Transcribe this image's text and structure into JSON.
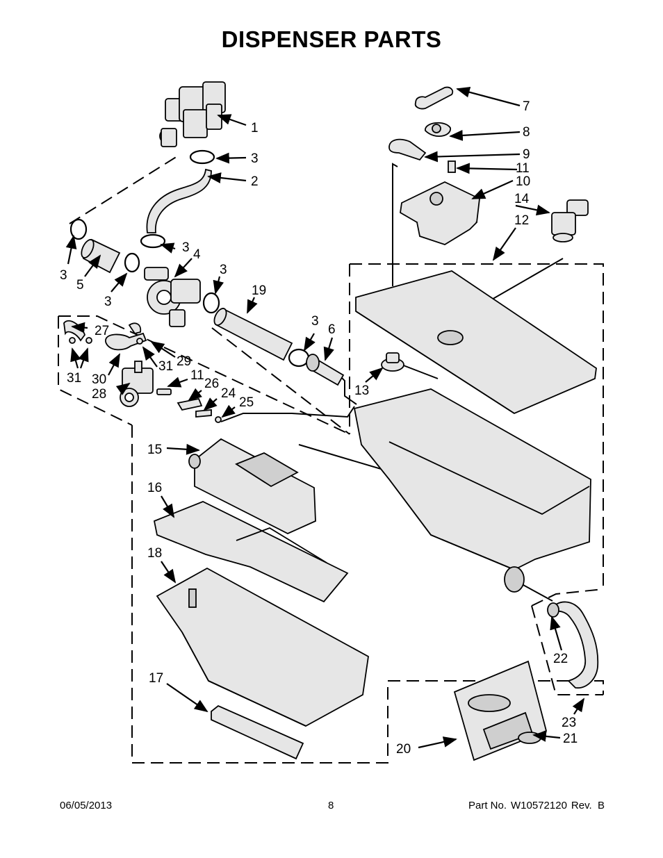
{
  "page": {
    "title": "DISPENSER PARTS",
    "footer": {
      "date": "06/05/2013",
      "page_number": "8",
      "part_prefix": "Part No.",
      "part_number": "W10572120",
      "revision": "Rev.  B"
    }
  },
  "callouts": [
    "1",
    "2",
    "3",
    "4",
    "5",
    "6",
    "7",
    "8",
    "9",
    "10",
    "11",
    "12",
    "13",
    "14",
    "15",
    "16",
    "17",
    "18",
    "19",
    "20",
    "21",
    "22",
    "23",
    "24",
    "25",
    "26",
    "27",
    "28",
    "29",
    "30",
    "31"
  ],
  "colors": {
    "line": "#000000",
    "part_fill": "#e6e6e6",
    "part_shade": "#cfcfcf",
    "background": "#ffffff"
  }
}
